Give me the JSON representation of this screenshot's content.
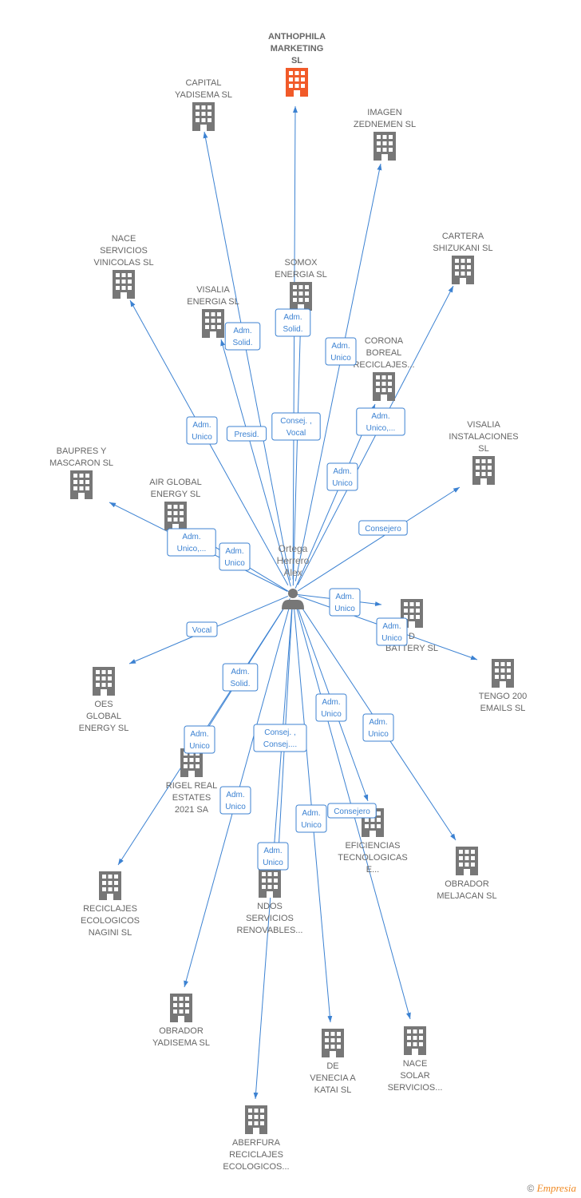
{
  "person": {
    "name_lines": [
      "Ortega",
      "Herrero",
      "Alex"
    ],
    "icon": "person-icon"
  },
  "colors": {
    "edge": "#3c82d2",
    "company": "#777777",
    "focal_company": "#f15a29",
    "person": "#777777"
  },
  "companies": [
    {
      "id": "anthophila",
      "label_lines": [
        "ANTHOPHILA",
        "MARKETING",
        "SL"
      ],
      "focal": true
    },
    {
      "id": "capital-yadisema",
      "label_lines": [
        "CAPITAL",
        "YADISEMA SL"
      ]
    },
    {
      "id": "imagen-zednemen",
      "label_lines": [
        "IMAGEN",
        "ZEDNEMEN SL"
      ]
    },
    {
      "id": "cartera-shizukani",
      "label_lines": [
        "CARTERA",
        "SHIZUKANI SL"
      ]
    },
    {
      "id": "nace-servicios-vinicolas",
      "label_lines": [
        "NACE",
        "SERVICIOS",
        "VINICOLAS SL"
      ]
    },
    {
      "id": "somox-energia",
      "label_lines": [
        "SOMOX",
        "ENERGIA SL"
      ]
    },
    {
      "id": "visalia-energia",
      "label_lines": [
        "VISALIA",
        "ENERGIA SL"
      ]
    },
    {
      "id": "corona-boreal",
      "label_lines": [
        "CORONA",
        "BOREAL",
        "RECICLAJES..."
      ]
    },
    {
      "id": "visalia-instalaciones",
      "label_lines": [
        "VISALIA",
        "INSTALACIONES",
        "SL"
      ]
    },
    {
      "id": "baupres-mascaron",
      "label_lines": [
        "BAUPRES Y",
        "MASCARON SL"
      ]
    },
    {
      "id": "air-global-energy",
      "label_lines": [
        "AIR GLOBAL",
        "ENERGY SL"
      ]
    },
    {
      "id": "battery",
      "label_lines": [
        "D",
        "BATTERY SL"
      ]
    },
    {
      "id": "tengo-200-emails",
      "label_lines": [
        "TENGO 200",
        "EMAILS SL"
      ]
    },
    {
      "id": "oes-global-energy",
      "label_lines": [
        "OES",
        "GLOBAL",
        "ENERGY SL"
      ]
    },
    {
      "id": "rigel-real-estates",
      "label_lines": [
        "RIGEL REAL",
        "ESTATES",
        "2021 SA"
      ]
    },
    {
      "id": "eficiencias-tecnologicas",
      "label_lines": [
        "EFICIENCIAS",
        "TECNOLOGICAS",
        "E..."
      ]
    },
    {
      "id": "obrador-meljacan",
      "label_lines": [
        "OBRADOR",
        "MELJACAN SL"
      ]
    },
    {
      "id": "reciclajes-nagini",
      "label_lines": [
        "RECICLAJES",
        "ECOLOGICOS",
        "NAGINI SL"
      ]
    },
    {
      "id": "fondos-servicios",
      "label_lines": [
        "NDOS",
        "SERVICIOS",
        "RENOVABLES..."
      ]
    },
    {
      "id": "obrador-yadisema",
      "label_lines": [
        "OBRADOR",
        "YADISEMA SL"
      ]
    },
    {
      "id": "de-venecia-katai",
      "label_lines": [
        "DE",
        "VENECIA A",
        "KATAI SL"
      ]
    },
    {
      "id": "nace-solar",
      "label_lines": [
        "NACE",
        "SOLAR",
        "SERVICIOS..."
      ]
    },
    {
      "id": "aberfura",
      "label_lines": [
        "ABERFURA",
        "RECICLAJES",
        "ECOLOGICOS..."
      ]
    }
  ],
  "relations": [
    {
      "target": "anthophila",
      "label_lines": [
        "Consej. ,",
        "Vocal"
      ]
    },
    {
      "target": "capital-yadisema",
      "label_lines": [
        "Presid."
      ]
    },
    {
      "target": "imagen-zednemen",
      "label_lines": [
        "Adm.",
        "Unico"
      ]
    },
    {
      "target": "cartera-shizukani",
      "label_lines": [
        "Adm.",
        "Unico"
      ]
    },
    {
      "target": "nace-servicios-vinicolas",
      "label_lines": [
        "Adm.",
        "Unico"
      ]
    },
    {
      "target": "somox-energia",
      "label_lines": [
        "Adm.",
        "Solid."
      ]
    },
    {
      "target": "visalia-energia",
      "label_lines": [
        "Adm.",
        "Solid."
      ]
    },
    {
      "target": "corona-boreal",
      "label_lines": [
        "Adm.",
        "Unico,..."
      ]
    },
    {
      "target": "visalia-instalaciones",
      "label_lines": [
        "Consejero"
      ]
    },
    {
      "target": "baupres-mascaron",
      "label_lines": [
        "Adm.",
        "Unico,..."
      ]
    },
    {
      "target": "air-global-energy",
      "label_lines": [
        "Adm.",
        "Unico"
      ]
    },
    {
      "target": "battery",
      "label_lines": [
        "Adm.",
        "Unico"
      ]
    },
    {
      "target": "tengo-200-emails",
      "label_lines": [
        "Adm.",
        "Unico"
      ]
    },
    {
      "target": "oes-global-energy",
      "label_lines": [
        "Vocal"
      ]
    },
    {
      "target": "rigel-real-estates",
      "label_lines": [
        "Adm.",
        "Solid."
      ]
    },
    {
      "target": "eficiencias-tecnologicas",
      "label_lines": [
        "Adm.",
        "Unico"
      ]
    },
    {
      "target": "obrador-meljacan",
      "label_lines": [
        "Adm.",
        "Unico"
      ]
    },
    {
      "target": "reciclajes-nagini",
      "label_lines": [
        "Adm.",
        "Unico"
      ]
    },
    {
      "target": "fondos-servicios",
      "label_lines": [
        "Consej. ,",
        "Consej...."
      ]
    },
    {
      "target": "obrador-yadisema",
      "label_lines": [
        "Adm.",
        "Unico"
      ]
    },
    {
      "target": "de-venecia-katai",
      "label_lines": [
        "Adm.",
        "Unico"
      ]
    },
    {
      "target": "nace-solar",
      "label_lines": [
        "Consejero"
      ]
    },
    {
      "target": "aberfura",
      "label_lines": [
        "Adm.",
        "Unico"
      ]
    }
  ],
  "footer": {
    "copyright": "©",
    "brand": "Empresia"
  }
}
